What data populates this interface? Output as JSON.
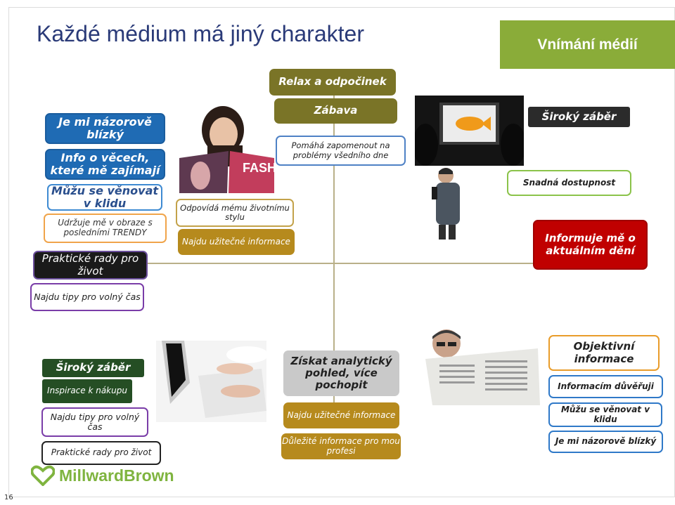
{
  "slide": {
    "title": "Každé médium má jiný charakter",
    "banner": "Vnímání médií",
    "page_number": "16",
    "logo": "MillwardBrown"
  },
  "magazine": {
    "labels": [
      "Je mi názorově blízký",
      "Info o věcech, které mě zajímají",
      "Můžu se věnovat v klidu",
      "Udržuje mě v obraze s posledními TRENDY",
      "Praktické rady pro život",
      "Najdu tipy pro volný čas",
      "Odpovídá mému životnímu stylu",
      "Najdu užitečné informace"
    ]
  },
  "tv": {
    "labels": [
      "Relax a odpočinek",
      "Zábava",
      "Pomáhá zapomenout na problémy všedního dne"
    ]
  },
  "radio": {
    "labels": [
      "Široký záběr",
      "Snadná dostupnost",
      "Informuje mě o aktuálním dění"
    ]
  },
  "internet": {
    "labels": [
      "Široký záběr",
      "Inspirace k nákupu",
      "Najdu tipy pro volný čas",
      "Praktické rady pro život",
      "Získat analytický pohled, více pochopit",
      "Najdu užitečné informace",
      "Důležité informace pro mou profesi"
    ]
  },
  "newspaper": {
    "labels": [
      "Objektivní informace",
      "Informacím důvěřuji",
      "Můžu se věnovat v klidu",
      "Je mi názorově blízký"
    ]
  },
  "colors": {
    "title": "#2a3a78",
    "banner": "#8aac39",
    "logo": "#7fb43f"
  }
}
